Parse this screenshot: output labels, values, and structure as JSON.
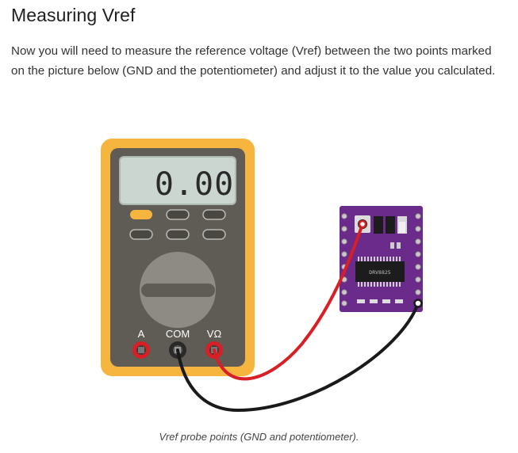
{
  "article": {
    "title": "Measuring Vref",
    "paragraph": "Now you will need to measure the reference voltage (Vref) between the two points marked on the picture below (GND and the potentiometer) and adjust it to the value you calculated."
  },
  "figure": {
    "display_value": "0.00",
    "port_labels": {
      "a": "A",
      "com": "COM",
      "v": "VΩ"
    },
    "chip_label": "DRV8825",
    "caption": "Vref probe points (GND and potentiometer).",
    "colors": {
      "meter_body": "#f6b53f",
      "meter_face": "#5e5c55",
      "display_bg": "#cbd6d1",
      "accent_button": "#f6b53f",
      "board": "#6b2b8b",
      "red_wire": "#d91f26",
      "black_wire": "#1a1a1a"
    }
  }
}
